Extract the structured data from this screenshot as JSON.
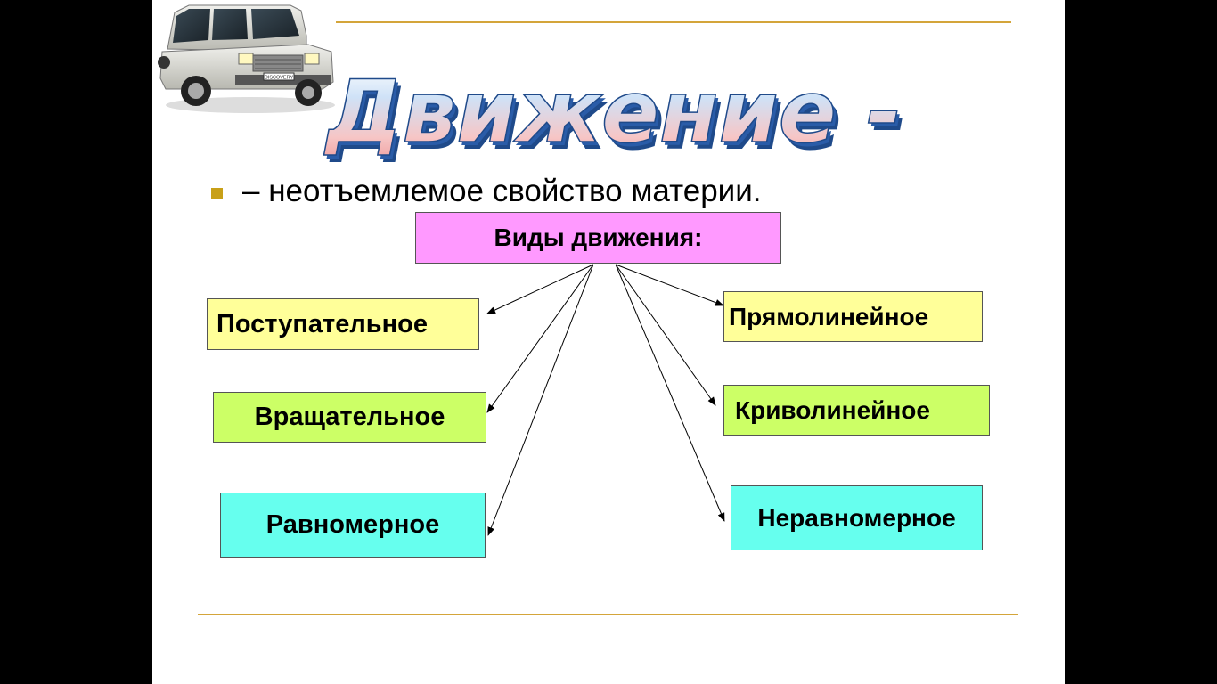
{
  "title": {
    "wordart_text": "Движение  -"
  },
  "bullet": {
    "text": "– неотъемлемое свойство материи."
  },
  "diagram": {
    "header": "Виды движения:",
    "left_boxes": [
      "Поступательное",
      "Вращательное",
      "Равномерное"
    ],
    "right_boxes": [
      "Прямолинейное",
      "Криволинейное",
      "Неравномерное"
    ]
  },
  "colors": {
    "header_fill": "#ff99ff",
    "yellow_fill": "#ffff99",
    "green_fill": "#ccff66",
    "cyan_fill": "#66ffee",
    "rule": "#d4a53a",
    "bullet_marker": "#c8a018"
  },
  "image": {
    "car_badge": "DISCOVERY"
  }
}
